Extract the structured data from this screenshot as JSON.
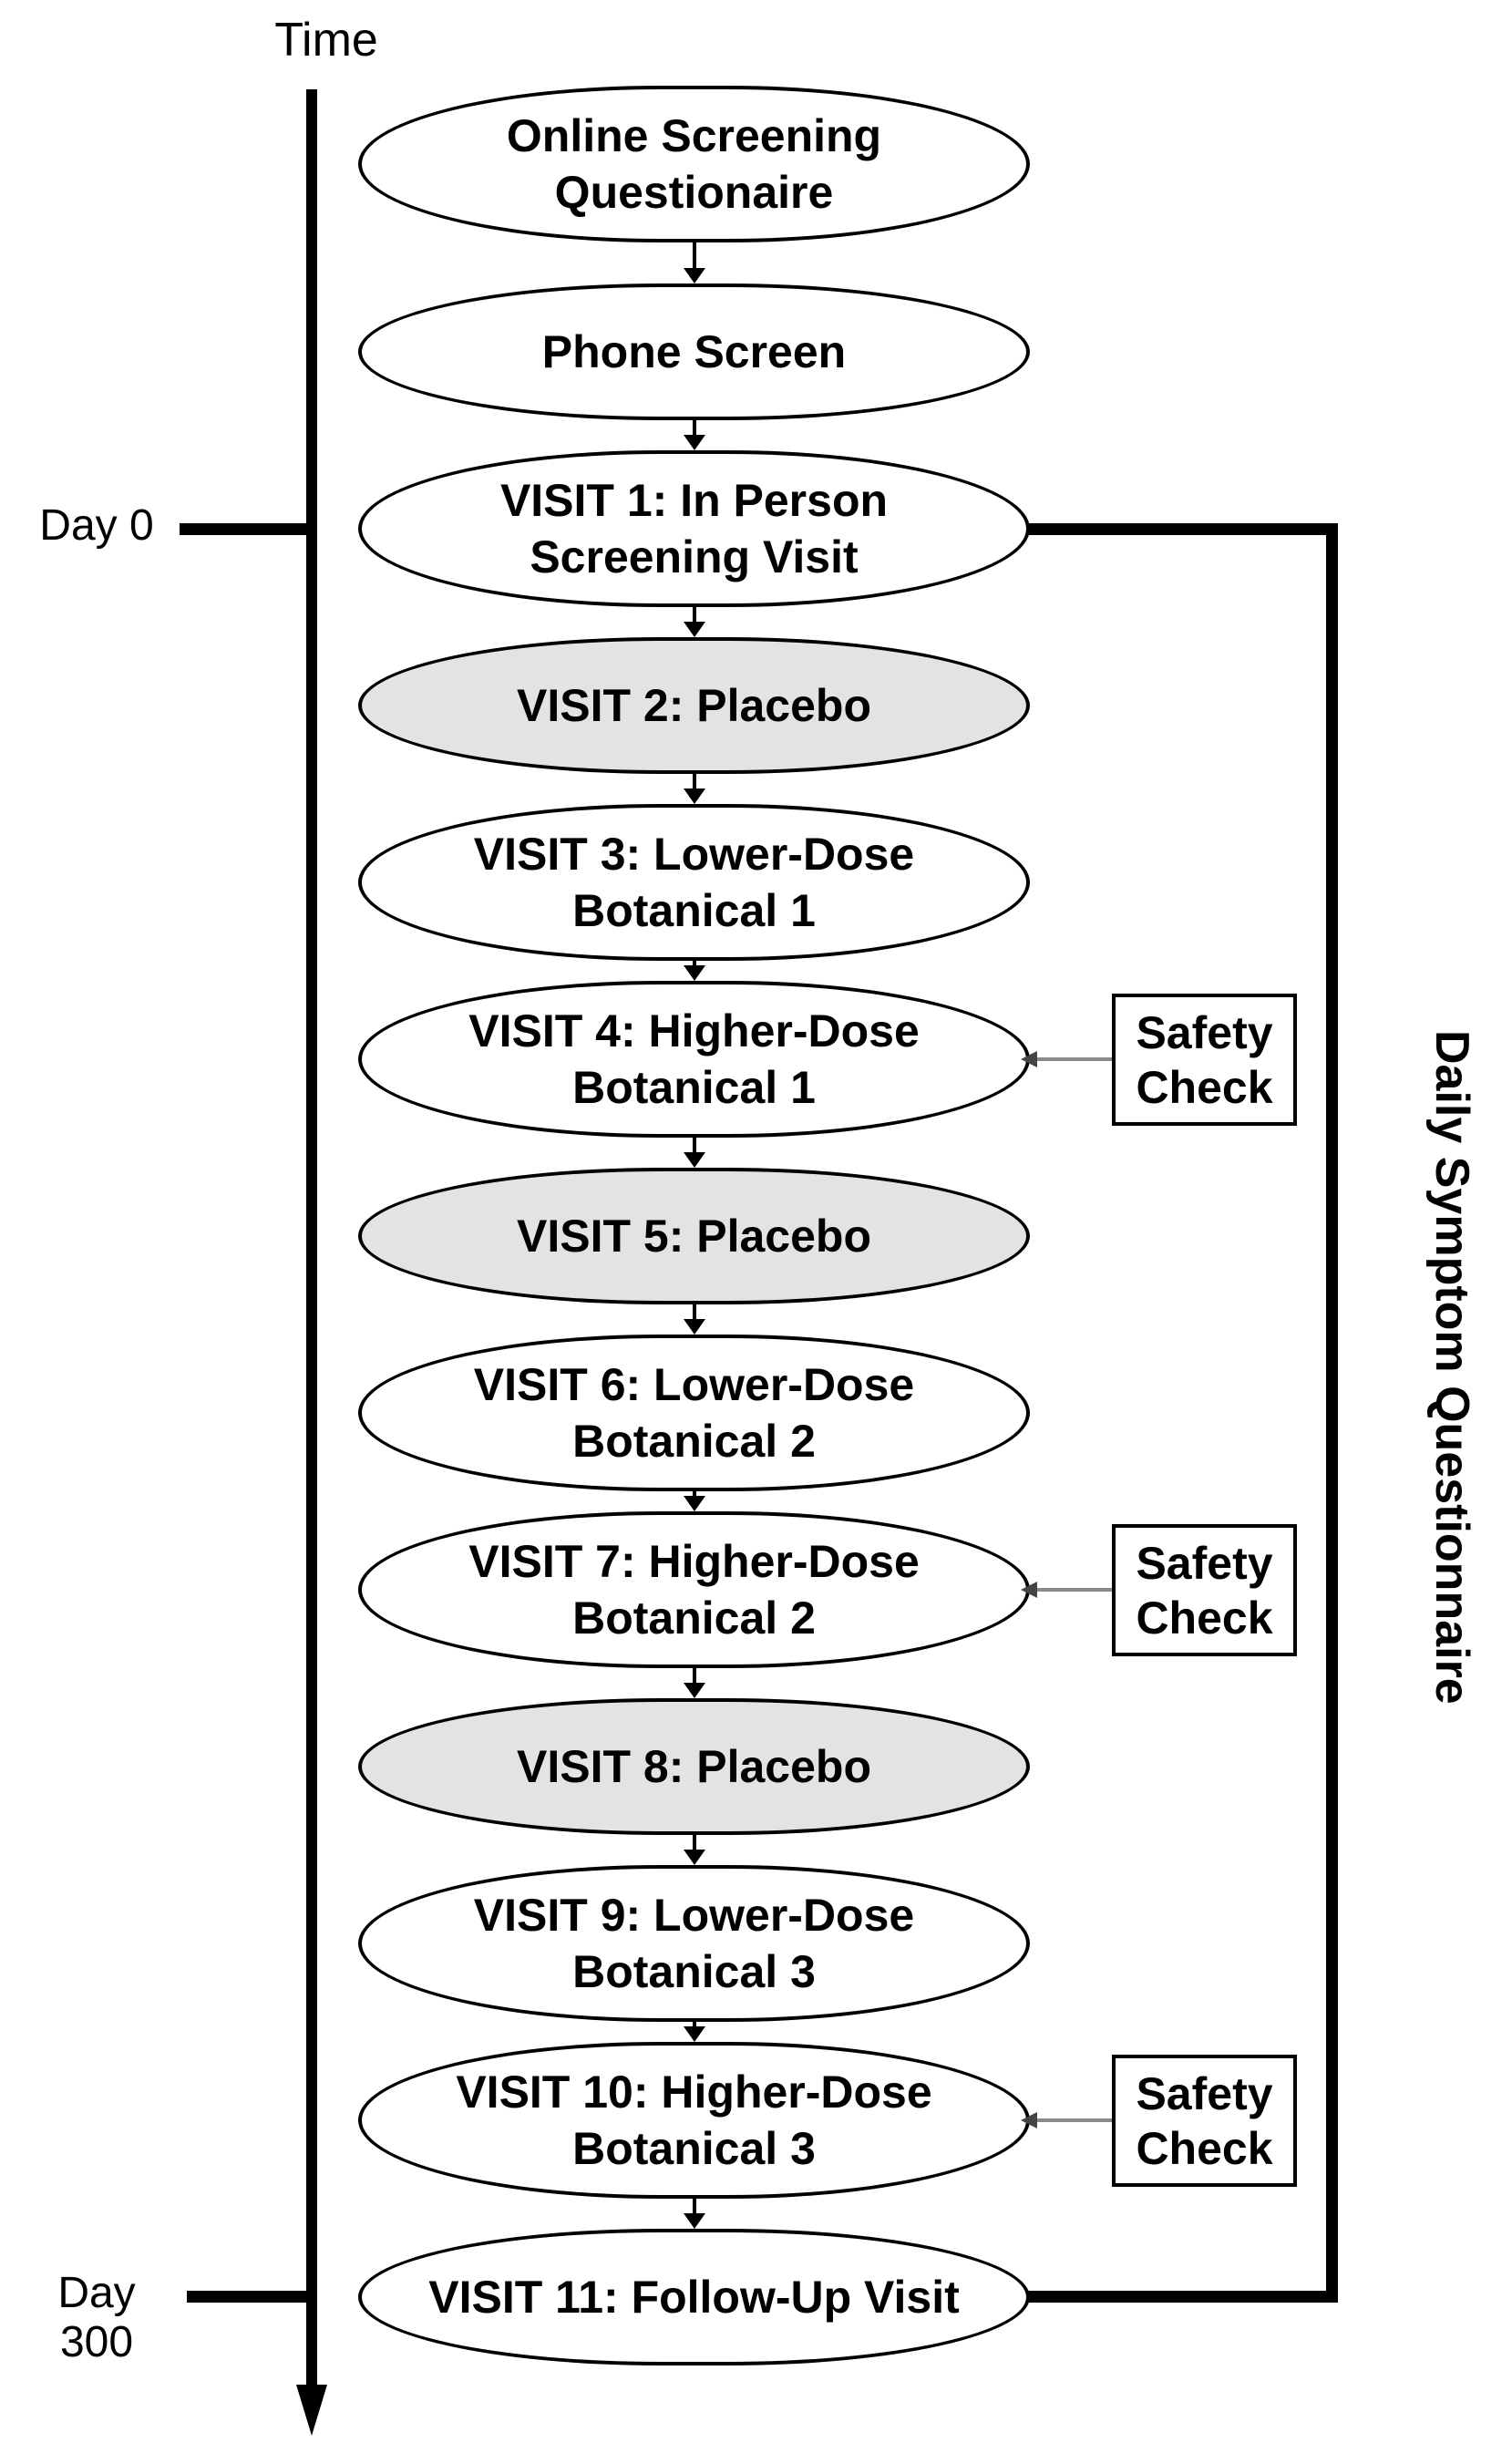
{
  "diagram": {
    "time_axis_label": "Time",
    "day_markers": [
      {
        "label": "Day 0"
      },
      {
        "label": "Day 300"
      }
    ],
    "right_bracket_label": "Daily Symptom Questionnaire",
    "safety_check_label": "Safety\nCheck",
    "colors": {
      "stroke": "#000000",
      "node_fill": "#ffffff",
      "placebo_fill": "#e3e3e3",
      "connector_gray": "#8a8a8a"
    },
    "nodes": [
      {
        "label": "Online Screening\nQuestionaire",
        "shaded": false,
        "safety_check": false
      },
      {
        "label": "Phone Screen",
        "shaded": false,
        "safety_check": false
      },
      {
        "label": "VISIT 1: In Person\nScreening Visit",
        "shaded": false,
        "safety_check": false
      },
      {
        "label": "VISIT 2: Placebo",
        "shaded": true,
        "safety_check": false
      },
      {
        "label": "VISIT 3: Lower-Dose\nBotanical 1",
        "shaded": false,
        "safety_check": false
      },
      {
        "label": "VISIT 4: Higher-Dose\nBotanical 1",
        "shaded": false,
        "safety_check": true
      },
      {
        "label": "VISIT 5: Placebo",
        "shaded": true,
        "safety_check": false
      },
      {
        "label": "VISIT 6: Lower-Dose\nBotanical 2",
        "shaded": false,
        "safety_check": false
      },
      {
        "label": "VISIT 7: Higher-Dose\nBotanical 2",
        "shaded": false,
        "safety_check": true
      },
      {
        "label": "VISIT 8: Placebo",
        "shaded": true,
        "safety_check": false
      },
      {
        "label": "VISIT 9: Lower-Dose\nBotanical 3",
        "shaded": false,
        "safety_check": false
      },
      {
        "label": "VISIT 10: Higher-Dose\nBotanical 3",
        "shaded": false,
        "safety_check": true
      },
      {
        "label": "VISIT 11: Follow-Up Visit",
        "shaded": false,
        "safety_check": false
      }
    ]
  }
}
